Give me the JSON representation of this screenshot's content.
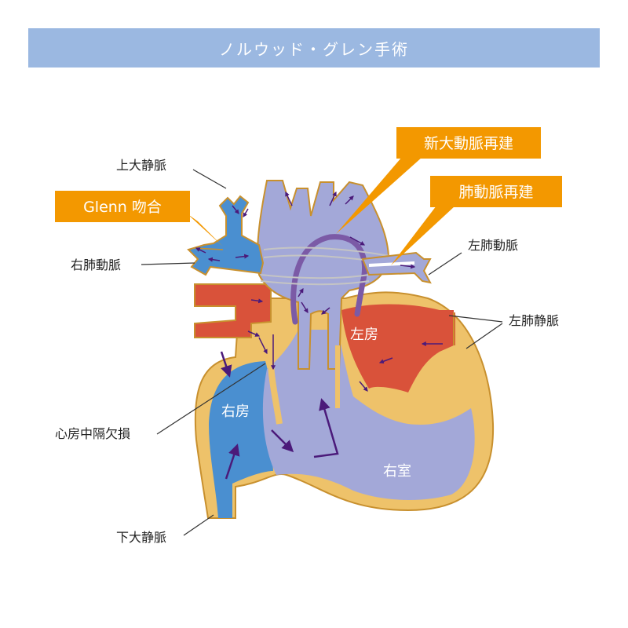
{
  "title": "ノルウッド・グレン手術",
  "labels": {
    "svc": "上大静脈",
    "rpa": "右肺動脈",
    "asd": "心房中隔欠損",
    "ivc": "下大静脈",
    "lpa": "左肺動脈",
    "lpv": "左肺静脈"
  },
  "callouts": {
    "neo_aorta": "新大動脈再建",
    "pa_recon": "肺動脈再建",
    "glenn": "Glenn 吻合"
  },
  "chambers": {
    "ra": "右房",
    "la": "左房",
    "rv": "右室"
  },
  "colors": {
    "banner": "#9bb8e1",
    "orange": "#f39800",
    "wall": "#eec26a",
    "wall_stroke": "#c8902e",
    "mixed": "#a3a8d8",
    "venous": "#4a8fd0",
    "arterial": "#d9523a",
    "arrow": "#4b1a7a",
    "patch": "#7b5aa6"
  }
}
